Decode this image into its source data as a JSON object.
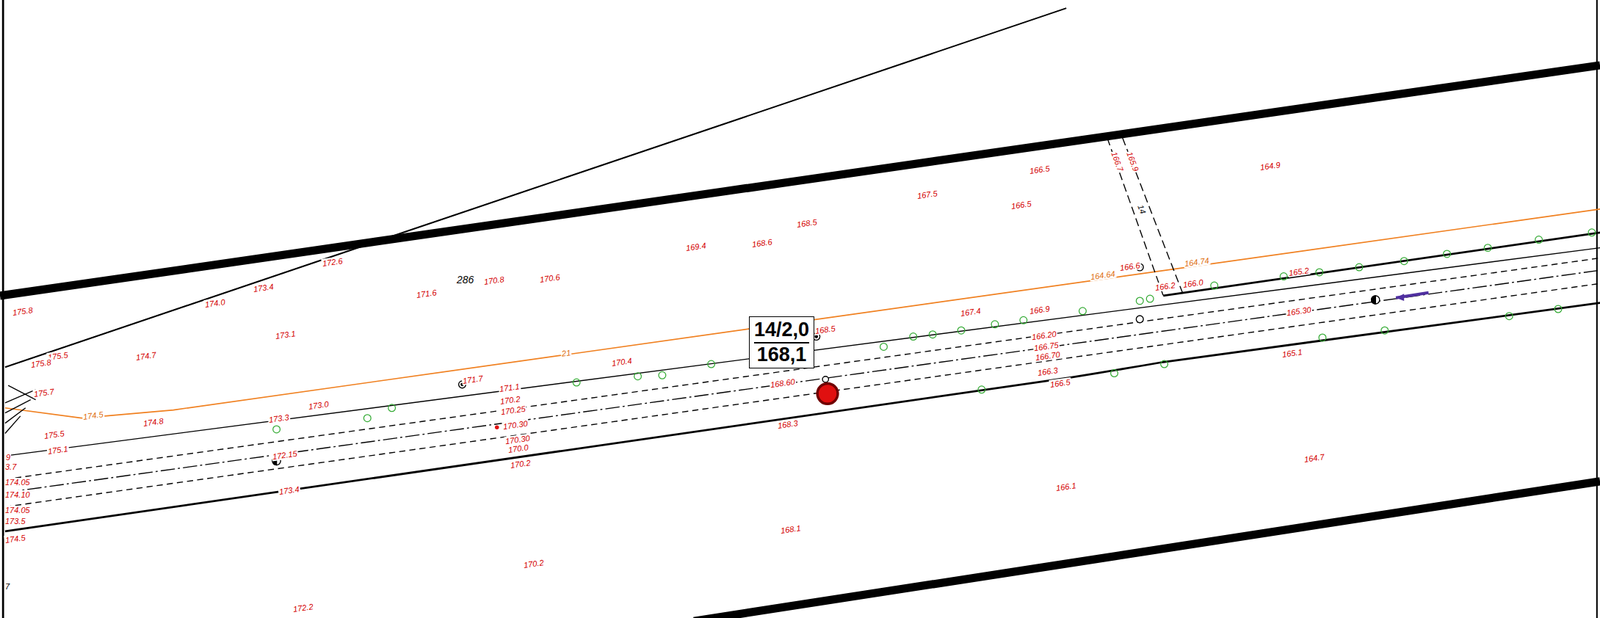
{
  "diagram": {
    "nodes": [
      {
        "text": [
          "14/2,0",
          "168,1"
        ]
      }
    ],
    "labels": [
      "175.8",
      "175.5",
      "175.8",
      "175.7",
      "174.7",
      "174.0",
      "173.4",
      "172.6",
      "173.1",
      "171.6",
      "170.8",
      "170.6",
      "169.4",
      "168.6",
      "168.5",
      "167.5",
      "166.5",
      "166.5",
      "164.9",
      "166.7",
      "165.9",
      "14",
      "286",
      "21",
      "174.5",
      "173.0",
      "174.8",
      "173.3",
      "175.5",
      "175.1",
      "171.7",
      "170.4",
      "171.1",
      "170.2",
      "170.25",
      "170.30",
      "170.30",
      "170.0",
      "170.2",
      "168.5",
      "168.60",
      "168.3",
      "167.4",
      "166.9",
      "166.20",
      "166.75",
      "166.70",
      "166.3",
      "166.5",
      "166.6",
      "166.2",
      "166.0",
      "164.74",
      "164.64",
      "165.2",
      "165.30",
      "165.1",
      "164.7",
      "166.1",
      "168.1",
      "170.2",
      "172.2",
      "173.4",
      "172.15",
      "9",
      "3.7",
      "174.05",
      "174.10",
      "174.05",
      "173.5",
      "174.5",
      "7"
    ]
  }
}
